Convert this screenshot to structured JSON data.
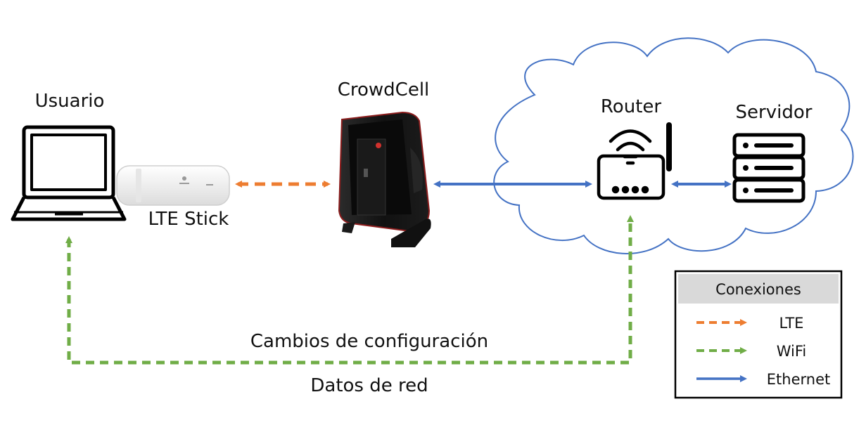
{
  "nodes": {
    "user": "Usuario",
    "stick": "LTE Stick",
    "crowdcell": "CrowdCell",
    "router": "Router",
    "server": "Servidor"
  },
  "flow": {
    "top": "Cambios de configuración",
    "bottom": "Datos de red"
  },
  "legend": {
    "title": "Conexiones",
    "items": [
      {
        "label": "LTE",
        "color": "#ED7D31",
        "style": "dashed"
      },
      {
        "label": "WiFi",
        "color": "#70AD47",
        "style": "dashed"
      },
      {
        "label": "Ethernet",
        "color": "#4472C4",
        "style": "solid"
      }
    ]
  },
  "colors": {
    "lte": "#ED7D31",
    "wifi": "#70AD47",
    "ethernet": "#4472C4",
    "cloud": "#4472C4"
  }
}
